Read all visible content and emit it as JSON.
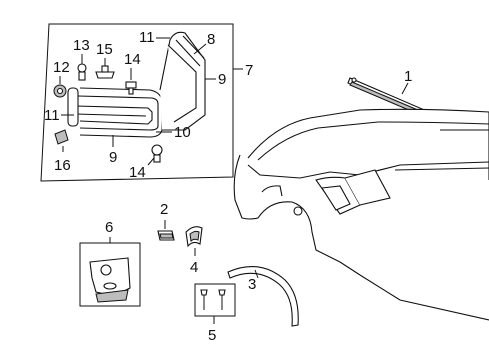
{
  "callouts": {
    "c1": "1",
    "c2": "2",
    "c3": "3",
    "c4": "4",
    "c5": "5",
    "c6": "6",
    "c7": "7",
    "c8": "8",
    "c9a": "9",
    "c9b": "9",
    "c10": "10",
    "c11a": "11",
    "c11b": "11",
    "c12": "12",
    "c13": "13",
    "c14a": "14",
    "c14b": "14",
    "c15": "15",
    "c16": "16"
  }
}
